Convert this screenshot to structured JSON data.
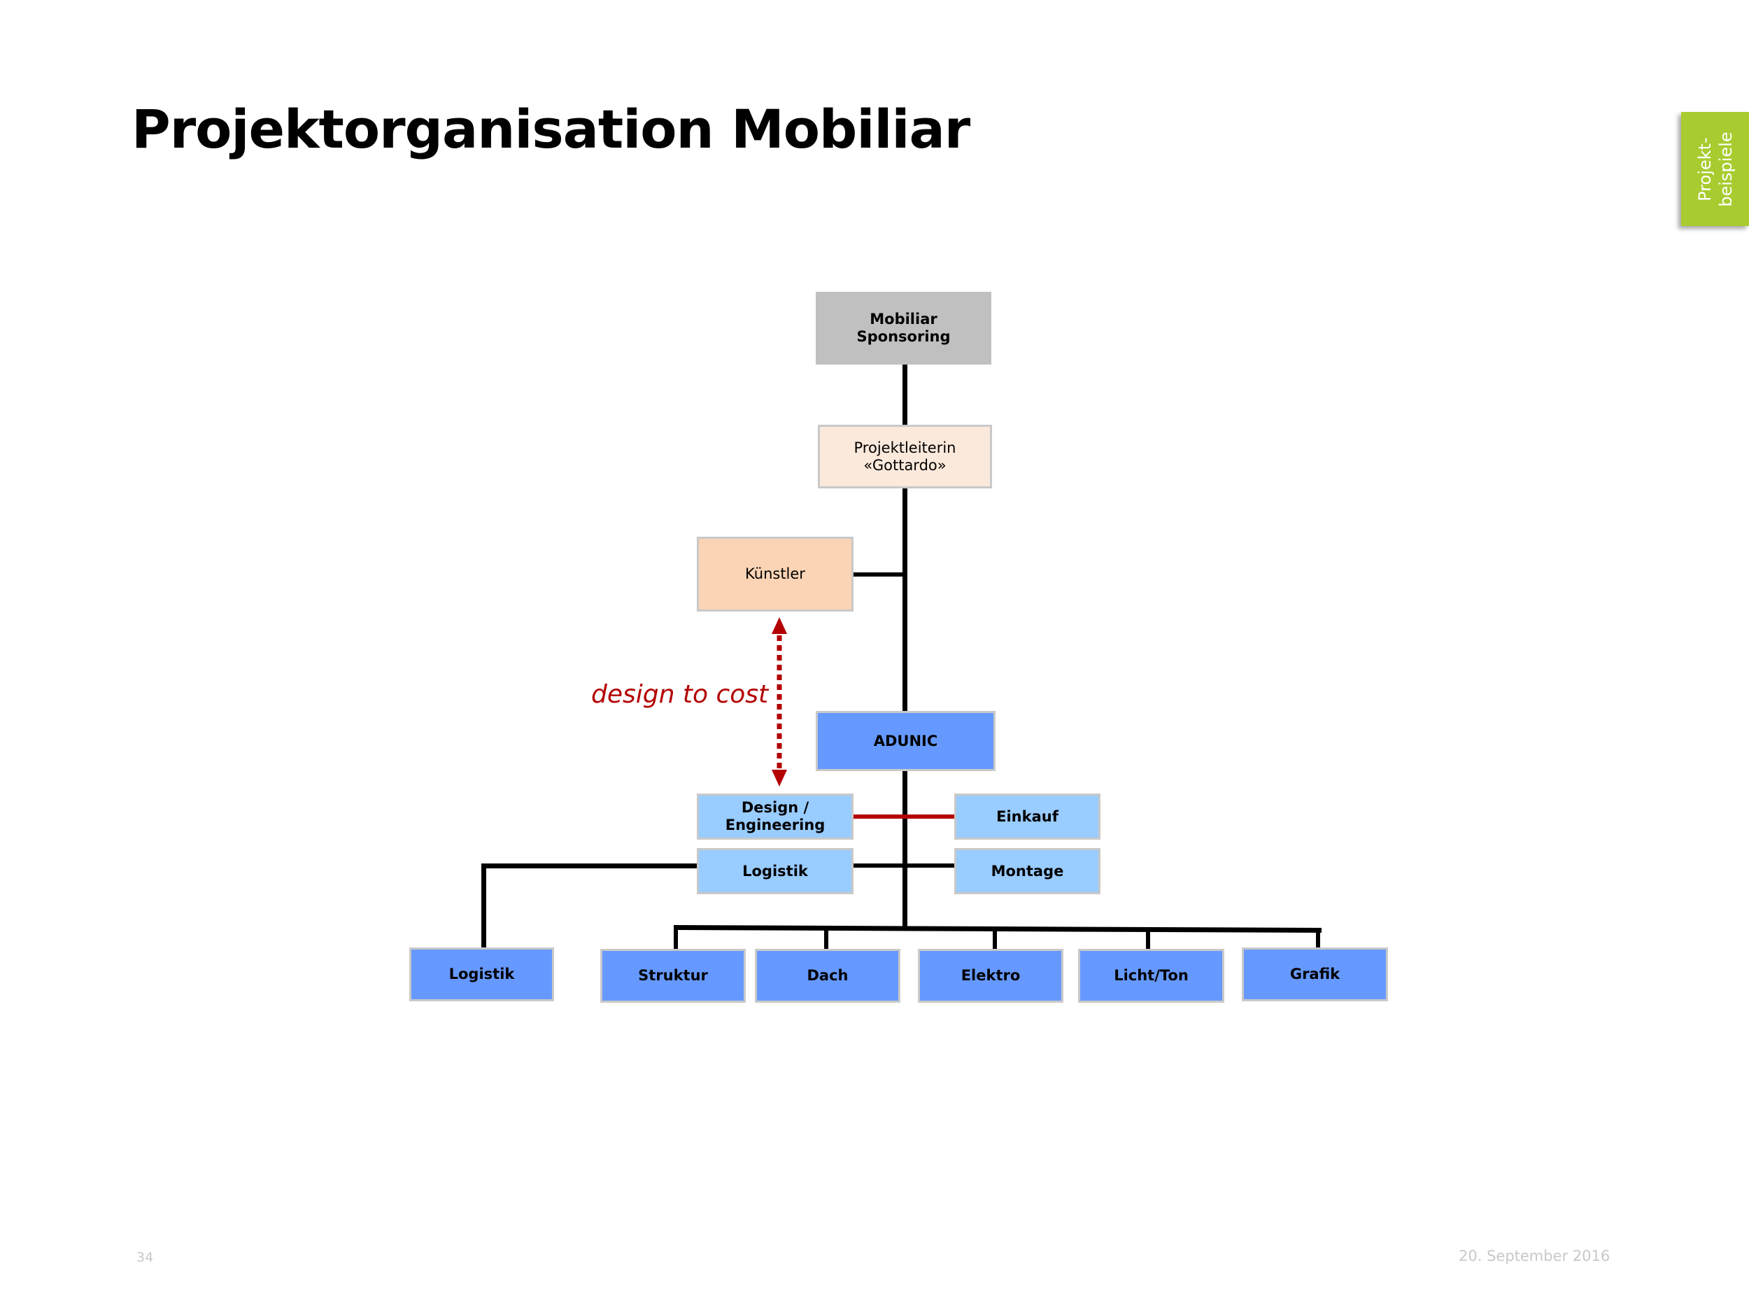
{
  "title": "Projektorganisation Mobiliar",
  "side_tab": {
    "label": "Projekt-\nbeispiele",
    "color": "#a8cc2f"
  },
  "colors": {
    "sponsor": "#c0c0c0",
    "lead": "#fbe9dc",
    "artist": "#fbd4b5",
    "primary_blue": "#6699ff",
    "light_blue": "#99ccff",
    "connector": "#000000",
    "accent_red": "#b30000"
  },
  "boxes": {
    "sponsor": "Mobiliar\nSponsoring",
    "lead": "Projektleiterin\n«Gottardo»",
    "artist": "Künstler",
    "adunic": "ADUNIC",
    "design": "Design / Engineering",
    "einkauf": "Einkauf",
    "logistik_mid": "Logistik",
    "montage": "Montage",
    "logistik_bottom": "Logistik",
    "struktur": "Struktur",
    "dach": "Dach",
    "elektro": "Elektro",
    "licht_ton": "Licht/Ton",
    "grafik": "Grafik"
  },
  "annotation": "design to cost",
  "footer": {
    "page": "34",
    "date": "20. September 2016"
  }
}
